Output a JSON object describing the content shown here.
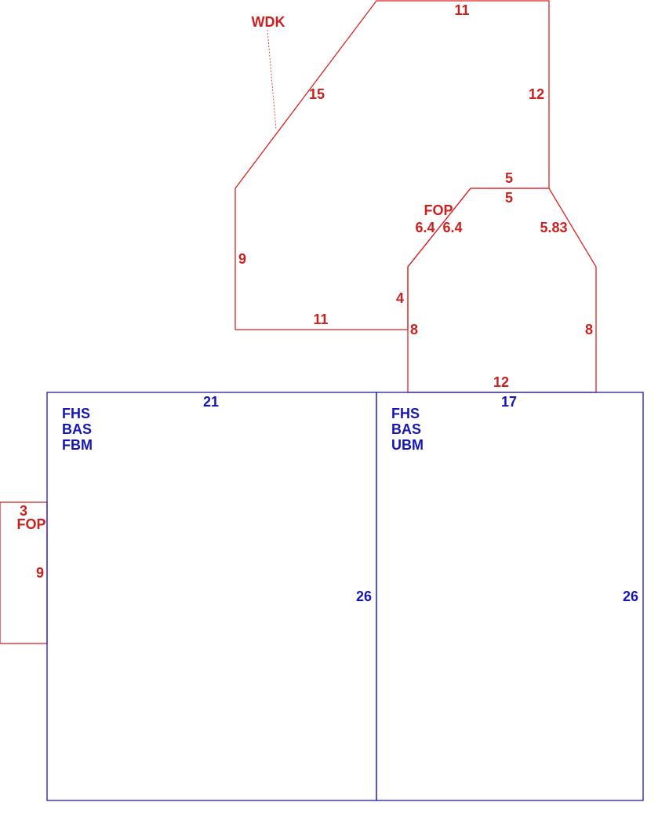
{
  "colors": {
    "red": "#dd2222",
    "blue": "#1a1ac8"
  },
  "sketch": {
    "wdk": {
      "code": "WDK",
      "top": "11",
      "right": "12",
      "diagonal": "15",
      "left": "9",
      "bottom": "11",
      "step": "4",
      "notch": "5"
    },
    "fop_upper": {
      "code": "FOP",
      "top": "5",
      "left_diag_outer": "6.4",
      "left_diag_inner": "6.4",
      "right_diag": "5.83",
      "left": "8",
      "right": "8",
      "bottom": "12"
    },
    "fop_left": {
      "code": "FOP",
      "width": "3",
      "height": "9"
    },
    "main_left": {
      "codes": [
        "FHS",
        "BAS",
        "FBM"
      ],
      "top": "21",
      "right": "26"
    },
    "main_right": {
      "codes": [
        "FHS",
        "BAS",
        "UBM"
      ],
      "top": "17",
      "right": "26"
    }
  }
}
